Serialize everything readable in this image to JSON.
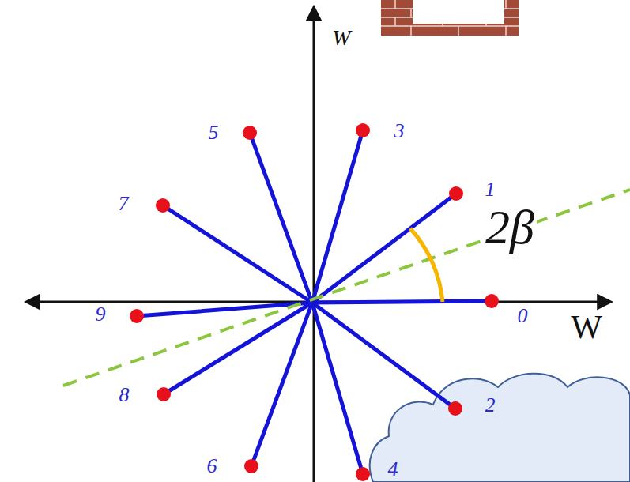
{
  "diagram": {
    "labels": [
      "W",
      "5",
      "3",
      "1",
      "7",
      "2β",
      "9",
      "0",
      "W",
      "8",
      "2",
      "6",
      "4"
    ]
  }
}
